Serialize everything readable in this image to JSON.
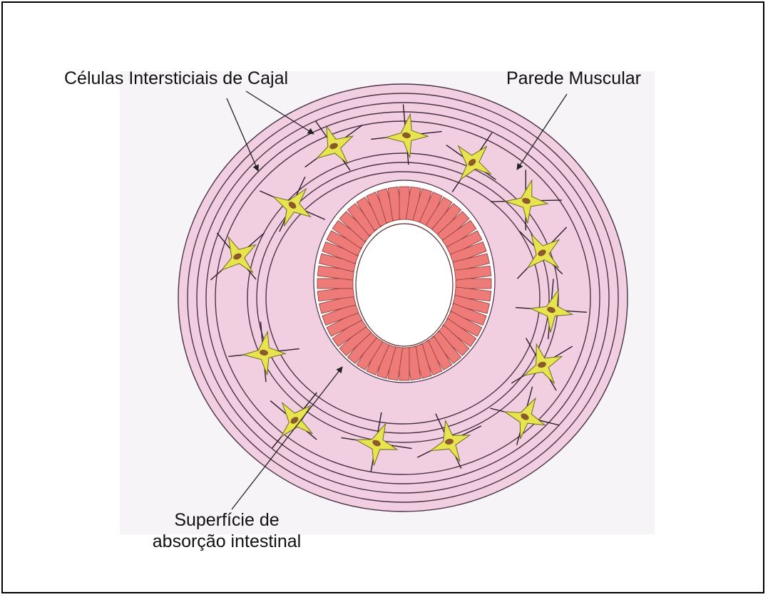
{
  "labels": {
    "cajal_cells": "Células Intersticiais de Cajal",
    "muscle_wall": "Parede Muscular",
    "absorption_line1": "Superfície de",
    "absorption_line2": "absorção intestinal"
  },
  "colors": {
    "background_panel": "#f5f5f5",
    "muscle_wall": "#f2cfe0",
    "mucosa_cells": "#ee7b78",
    "icc_cells": "#e8e44f",
    "icc_nucleus": "#8a5a2b",
    "lines": "#3a2a3a",
    "frame": "#000000"
  }
}
